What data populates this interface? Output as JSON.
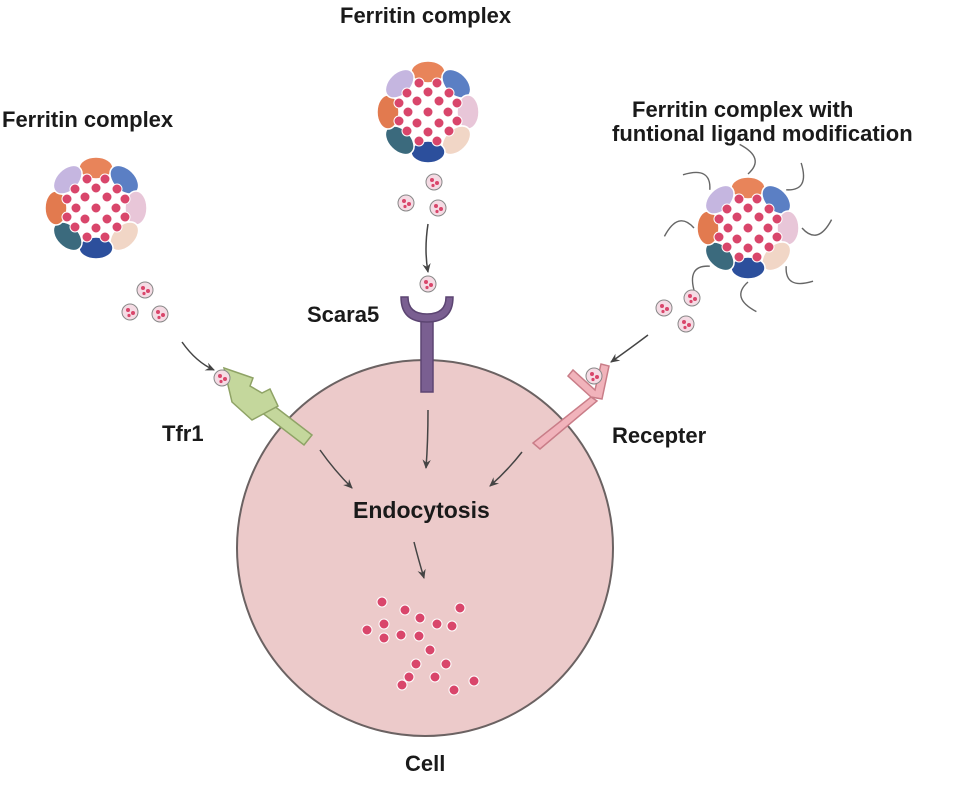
{
  "labels": {
    "complex_left": "Ferritin complex",
    "complex_top": "Ferritin complex",
    "complex_right_line1": "Ferritin complex with",
    "complex_right_line2": "funtional ligand modification",
    "receptor_scara5": "Scara5",
    "receptor_tfr1": "Tfr1",
    "receptor_generic": "Recepter",
    "process": "Endocytosis",
    "cell": "Cell"
  },
  "colors": {
    "cell_fill": "#eccaca",
    "cell_stroke": "#6b6262",
    "iron_core": "#d9466b",
    "tfr1": "#c4d79c",
    "scara5": "#7a5f91",
    "recepter": "#f1b3bb",
    "arrow": "#444444"
  }
}
